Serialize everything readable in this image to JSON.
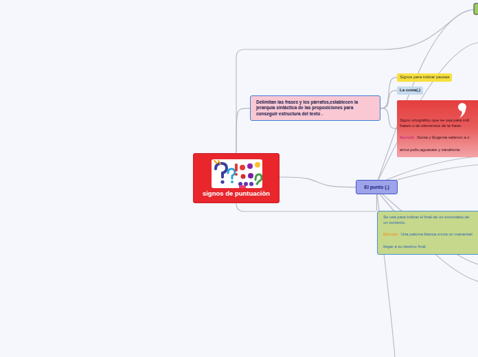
{
  "diagram": {
    "nodes": [
      {
        "text": [
          "signos de puntuaciòn"
        ]
      },
      {
        "text": [
          "Delimitan las frases y los párrafos,establecen la jerarquía sintáctica de las proposiciones para conseguir estructura del texto ."
        ]
      },
      {
        "text": [
          "Signos para indicar pausas"
        ]
      },
      {
        "text": [
          "La coma(,)"
        ]
      },
      {
        "text": [
          "Signo ortográfico que se usa para indi frases o de elementos de la frase.",
          "Ejemplo",
          ":Sonia y Eugenia salieron a c arroz,pollo,aguacate y zanahoria."
        ]
      },
      {
        "text": [
          "El punto (.)"
        ]
      },
      {
        "text": [
          "Se usa para indicar el final de un enunciado,de un contexto.",
          "Ejemplo:",
          "Una paloma blanca cruza un manantial llegar a su destino final."
        ]
      }
    ],
    "edges": [
      {
        "from": 0,
        "to": 1,
        "arrow": "none"
      },
      {
        "from": 0,
        "to": 5,
        "arrow": "none"
      },
      {
        "from": 1,
        "to": 2,
        "arrow": "none"
      },
      {
        "from": 1,
        "to": 3,
        "arrow": "none"
      },
      {
        "from": 1,
        "to": 4,
        "arrow": "none"
      },
      {
        "from": 5,
        "to": 6,
        "arrow": "none"
      }
    ]
  }
}
